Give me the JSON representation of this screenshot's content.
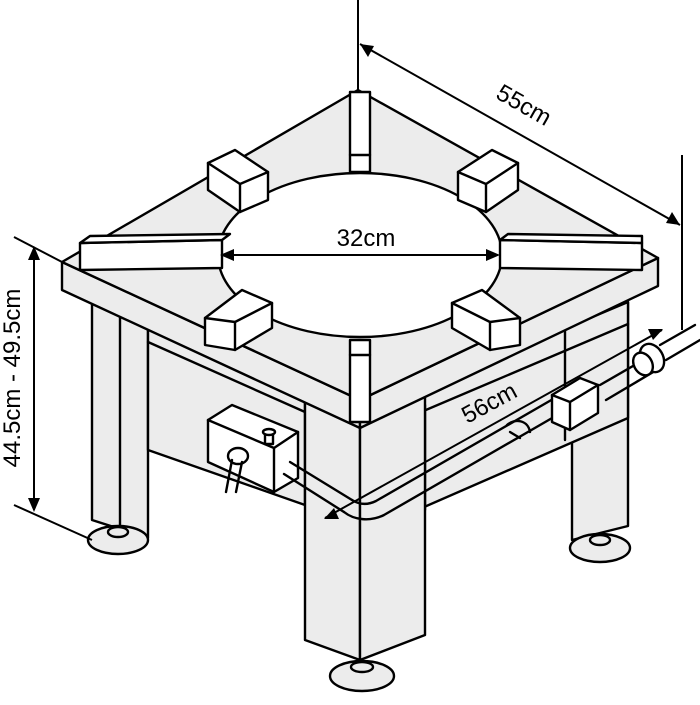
{
  "diagram": {
    "dimensions": {
      "depth": "55cm",
      "burner_opening": "32cm",
      "width": "56cm",
      "height": "44.5cm - 49.5cm"
    },
    "colors": {
      "line": "#000000",
      "surface": "#ececec",
      "background": "#ffffff"
    }
  }
}
